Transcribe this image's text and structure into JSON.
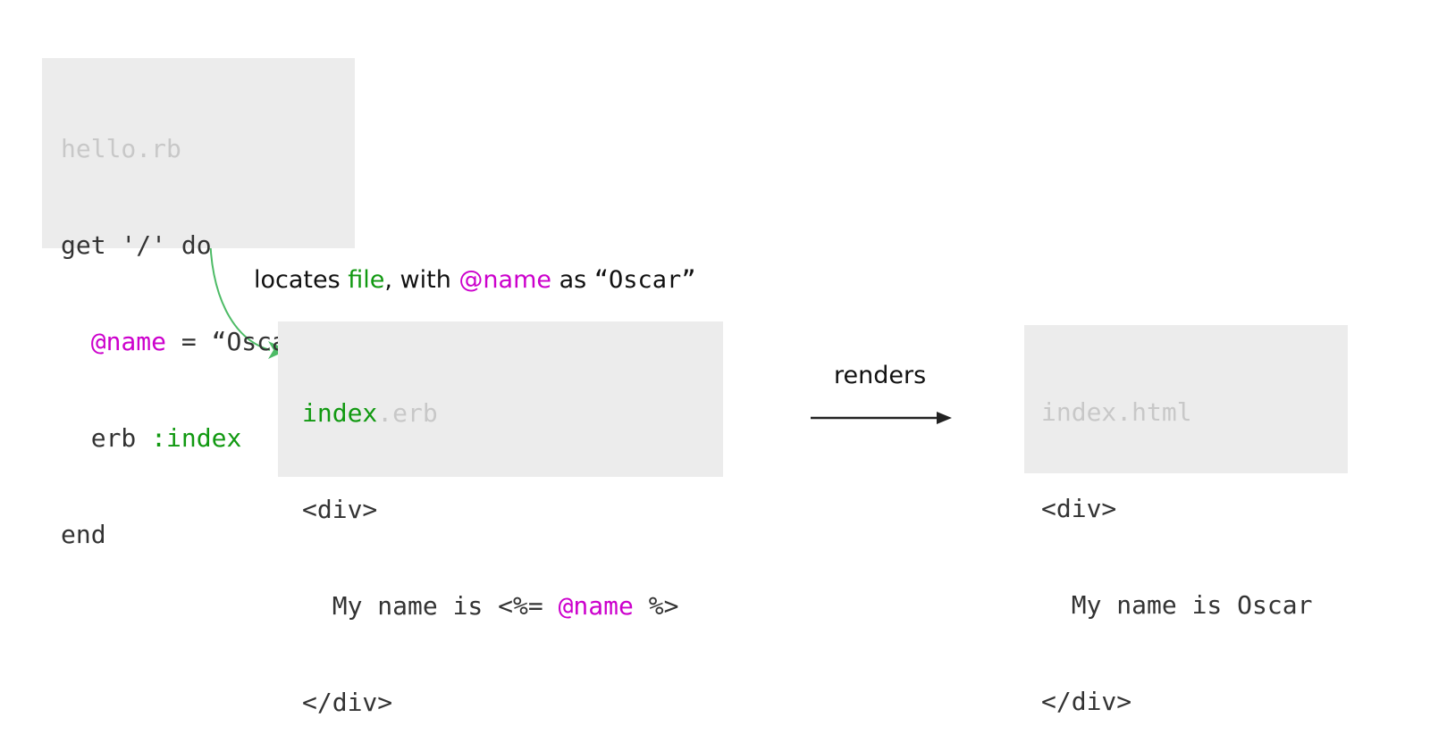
{
  "hello_box": {
    "filename": "hello.rb",
    "line1": "get '/' do",
    "line2_indent": "  ",
    "line2_var": "@name",
    "line2_rest": " = “Oscar”",
    "line3_indent": "  erb ",
    "line3_symbol": ":index",
    "line4": "end"
  },
  "connector_label": {
    "part1": "locates ",
    "file_word": "file",
    "part2": ", with ",
    "var": "@name",
    "part3": " as ",
    "value": "“Oscar”"
  },
  "erb_box": {
    "filename_base": "index",
    "filename_ext": ".erb",
    "line1": "<div>",
    "line2_pre": "  My name is <%= ",
    "line2_var": "@name",
    "line2_post": " %>",
    "line3": "</div>"
  },
  "render_label": "renders",
  "html_box": {
    "filename": "index.html",
    "line1": "<div>",
    "line2": "  My name is Oscar",
    "line3": "</div>"
  },
  "colors": {
    "box_background": "#ececec",
    "code_text": "#333333",
    "filename_gray": "#c8c8c8",
    "symbol_green": "#119911",
    "variable_magenta": "#cc00cc",
    "curve_arrow_green": "#4dbb66",
    "render_arrow": "#222222"
  }
}
